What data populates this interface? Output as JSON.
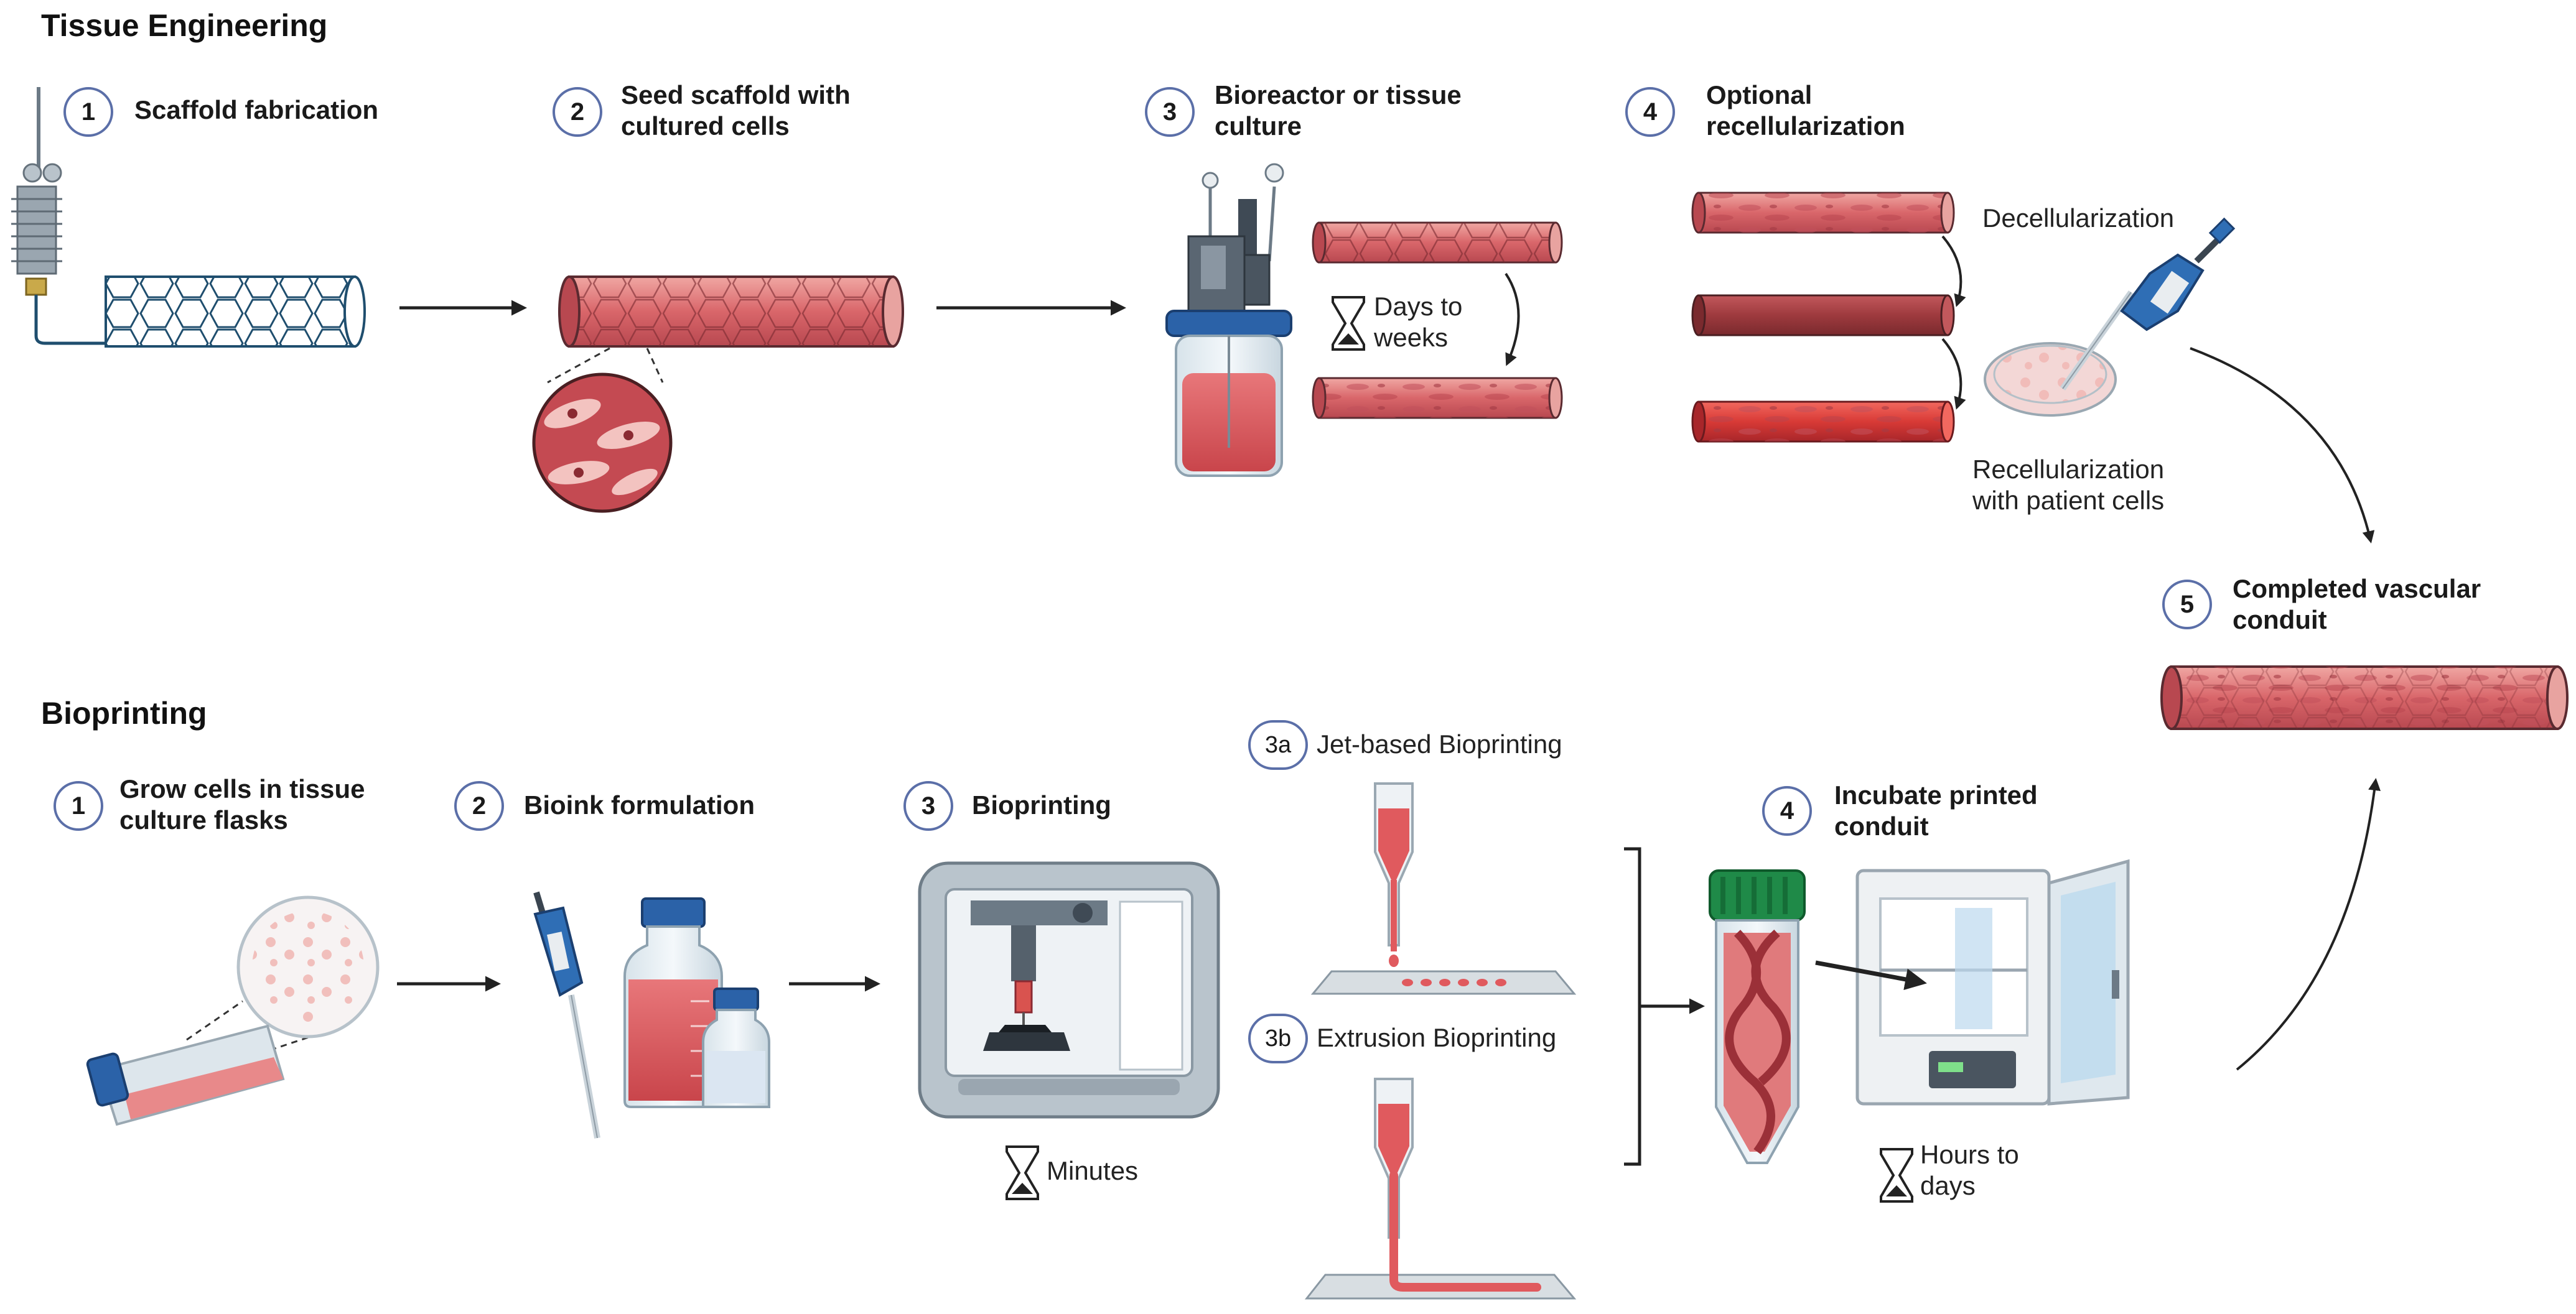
{
  "tissue_engineering": {
    "title": "Tissue Engineering",
    "steps": [
      {
        "number": "1",
        "title": "Scaffold fabrication"
      },
      {
        "number": "2",
        "title": "Seed scaffold with cultured cells"
      },
      {
        "number": "3",
        "title": "Bioreactor or tissue culture"
      },
      {
        "number": "4",
        "title": "Optional recellularization"
      }
    ],
    "duration": "Days to weeks",
    "decellularization": "Decellularization",
    "recellularization": "Recellularization with patient cells"
  },
  "completed": {
    "number": "5",
    "title": "Completed vascular conduit"
  },
  "bioprinting": {
    "title": "Bioprinting",
    "steps": [
      {
        "number": "1",
        "title": "Grow cells in tissue culture flasks"
      },
      {
        "number": "2",
        "title": "Bioink formulation"
      },
      {
        "number": "3",
        "title": "Bioprinting"
      },
      {
        "number": "4",
        "title": "Incubate printed conduit"
      }
    ],
    "methods": [
      {
        "number": "3a",
        "title": "Jet-based Bioprinting"
      },
      {
        "number": "3b",
        "title": "Extrusion Bioprinting"
      }
    ],
    "print_duration": "Minutes",
    "incubation_duration": "Hours to days"
  },
  "colors": {
    "tissue_red": "#d9534f",
    "tissue_pink": "#e8a3a0",
    "scaffold_blue": "#1f4e6e",
    "badge_border": "#5b6fa8",
    "arrow": "#222222"
  }
}
